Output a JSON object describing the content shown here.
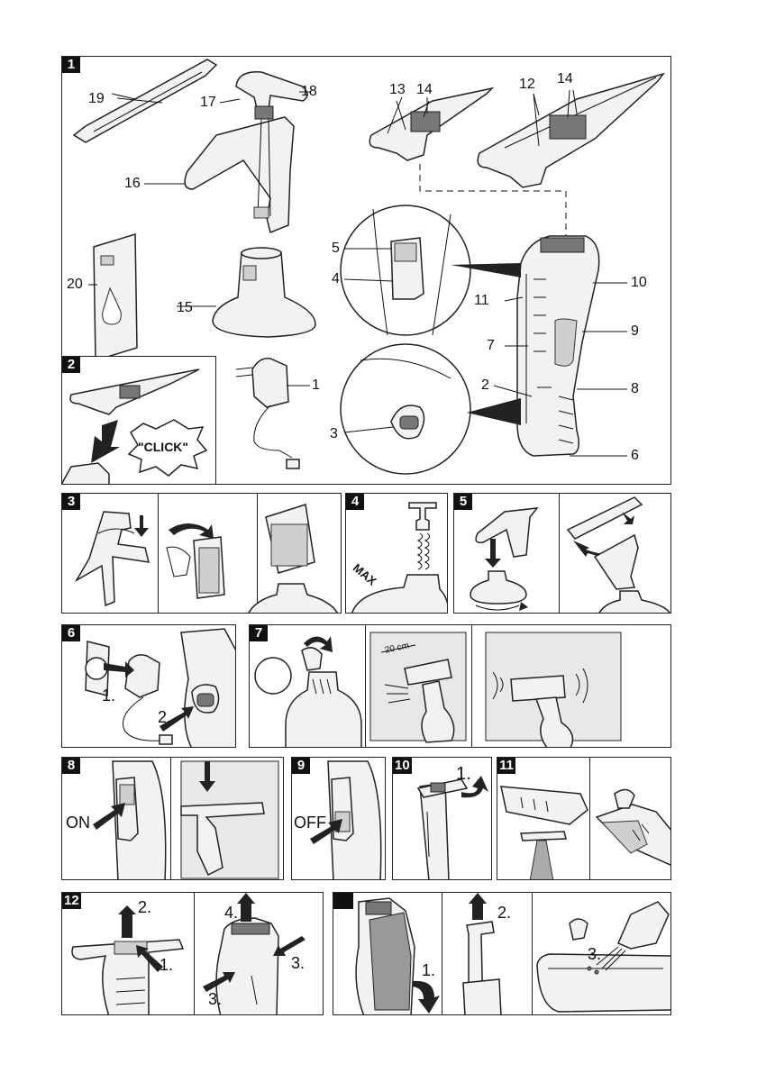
{
  "panels": {
    "p1": {
      "badge": "1"
    },
    "p2": {
      "badge": "2",
      "click_text": "\"CLICK\""
    },
    "p3": {
      "badge": "3"
    },
    "p4": {
      "badge": "4",
      "max_text": "MAX"
    },
    "p5": {
      "badge": "5"
    },
    "p6": {
      "badge": "6",
      "step1": "1.",
      "step2": "2."
    },
    "p7": {
      "badge": "7",
      "distance": "20 cm"
    },
    "p8": {
      "badge": "8",
      "on": "ON"
    },
    "p9": {
      "badge": "9",
      "off": "OFF"
    },
    "p10": {
      "badge": "10",
      "step1": "1."
    },
    "p11": {
      "badge": "11"
    },
    "p12": {
      "badge": "12",
      "s1": "1.",
      "s2": "2.",
      "s3a": "3.",
      "s3b": "3.",
      "s4": "4."
    },
    "p13": {
      "badge": "",
      "s1": "1.",
      "s2": "2.",
      "s3": "3."
    }
  },
  "parts": {
    "n1": "1",
    "n2": "2",
    "n3": "3",
    "n4": "4",
    "n5": "5",
    "n6": "6",
    "n7": "7",
    "n8": "8",
    "n9": "9",
    "n10": "10",
    "n11": "11",
    "n12": "12",
    "n13": "13",
    "n14a": "14",
    "n14b": "14",
    "n15": "15",
    "n16": "16",
    "n17": "17",
    "n18": "18",
    "n19": "19",
    "n20": "20"
  },
  "colors": {
    "ink": "#111111",
    "panel_border": "#222222",
    "shade": "#cfcfcf",
    "dark": "#777777"
  }
}
